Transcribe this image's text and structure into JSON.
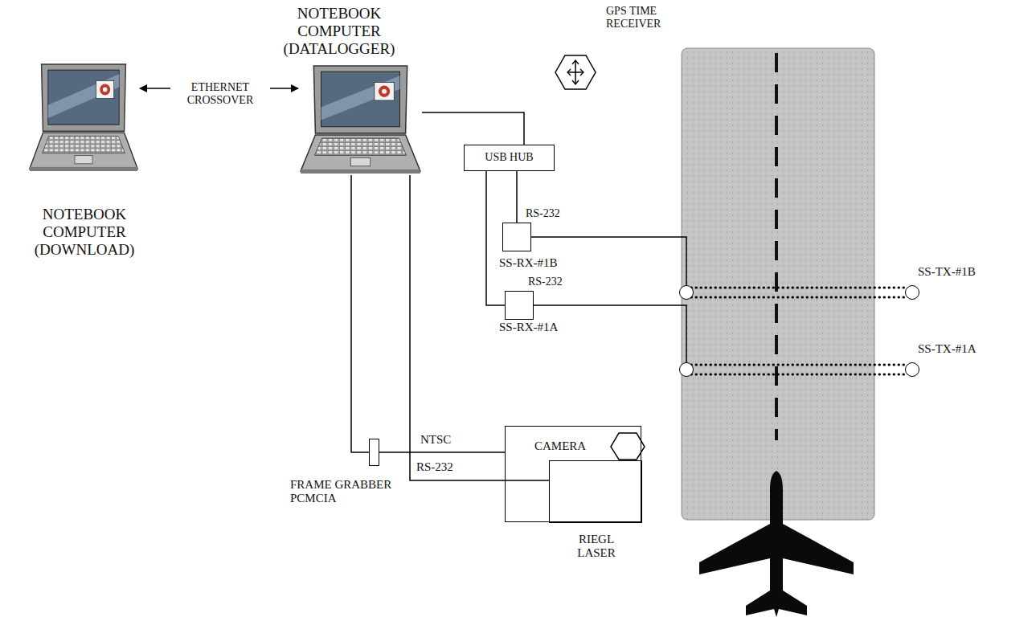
{
  "diagram": {
    "nodes": [
      {
        "text": [
          "NOTEBOOK COMPUTER (DOWNLOAD)"
        ]
      },
      {
        "text": [
          "NOTEBOOK COMPUTER (DATALOGGER)"
        ]
      },
      {
        "text": [
          "GPS TIME RECEIVER"
        ]
      },
      {
        "text": [
          "USB HUB"
        ]
      },
      {
        "text": [
          "RS-232"
        ]
      },
      {
        "text": [
          "RS-232"
        ]
      },
      {
        "text": [
          "CAMERA"
        ]
      },
      {
        "text": [
          "RIEGL LASER"
        ],
        "in": 6
      },
      {
        "text": [
          "FRAME GRABBER PCMCIA"
        ]
      },
      {
        "text": [
          "SS-RX-#1B"
        ]
      },
      {
        "text": [
          "SS-RX-#1A"
        ]
      },
      {
        "text": [
          "SS-TX-#1B"
        ]
      },
      {
        "text": [
          "SS-TX-#1A"
        ]
      }
    ],
    "edges": [
      {
        "from": 0,
        "to": 1,
        "label": "ETHERNET CROSSOVER",
        "arrow": "both"
      },
      {
        "from": 1,
        "to": 3,
        "arrow": "none"
      },
      {
        "from": 3,
        "to": 4,
        "arrow": "none"
      },
      {
        "from": 3,
        "to": 5,
        "arrow": "none"
      },
      {
        "from": 4,
        "to": 9,
        "arrow": "none"
      },
      {
        "from": 5,
        "to": 10,
        "arrow": "none"
      },
      {
        "from": 9,
        "to": 11,
        "arrow": "none"
      },
      {
        "from": 10,
        "to": 12,
        "arrow": "none"
      },
      {
        "from": 1,
        "to": 8,
        "arrow": "none"
      },
      {
        "from": 8,
        "to": 6,
        "label": "NTSC",
        "arrow": "none"
      },
      {
        "from": 1,
        "to": 7,
        "label": "RS-232",
        "arrow": "none"
      }
    ]
  }
}
